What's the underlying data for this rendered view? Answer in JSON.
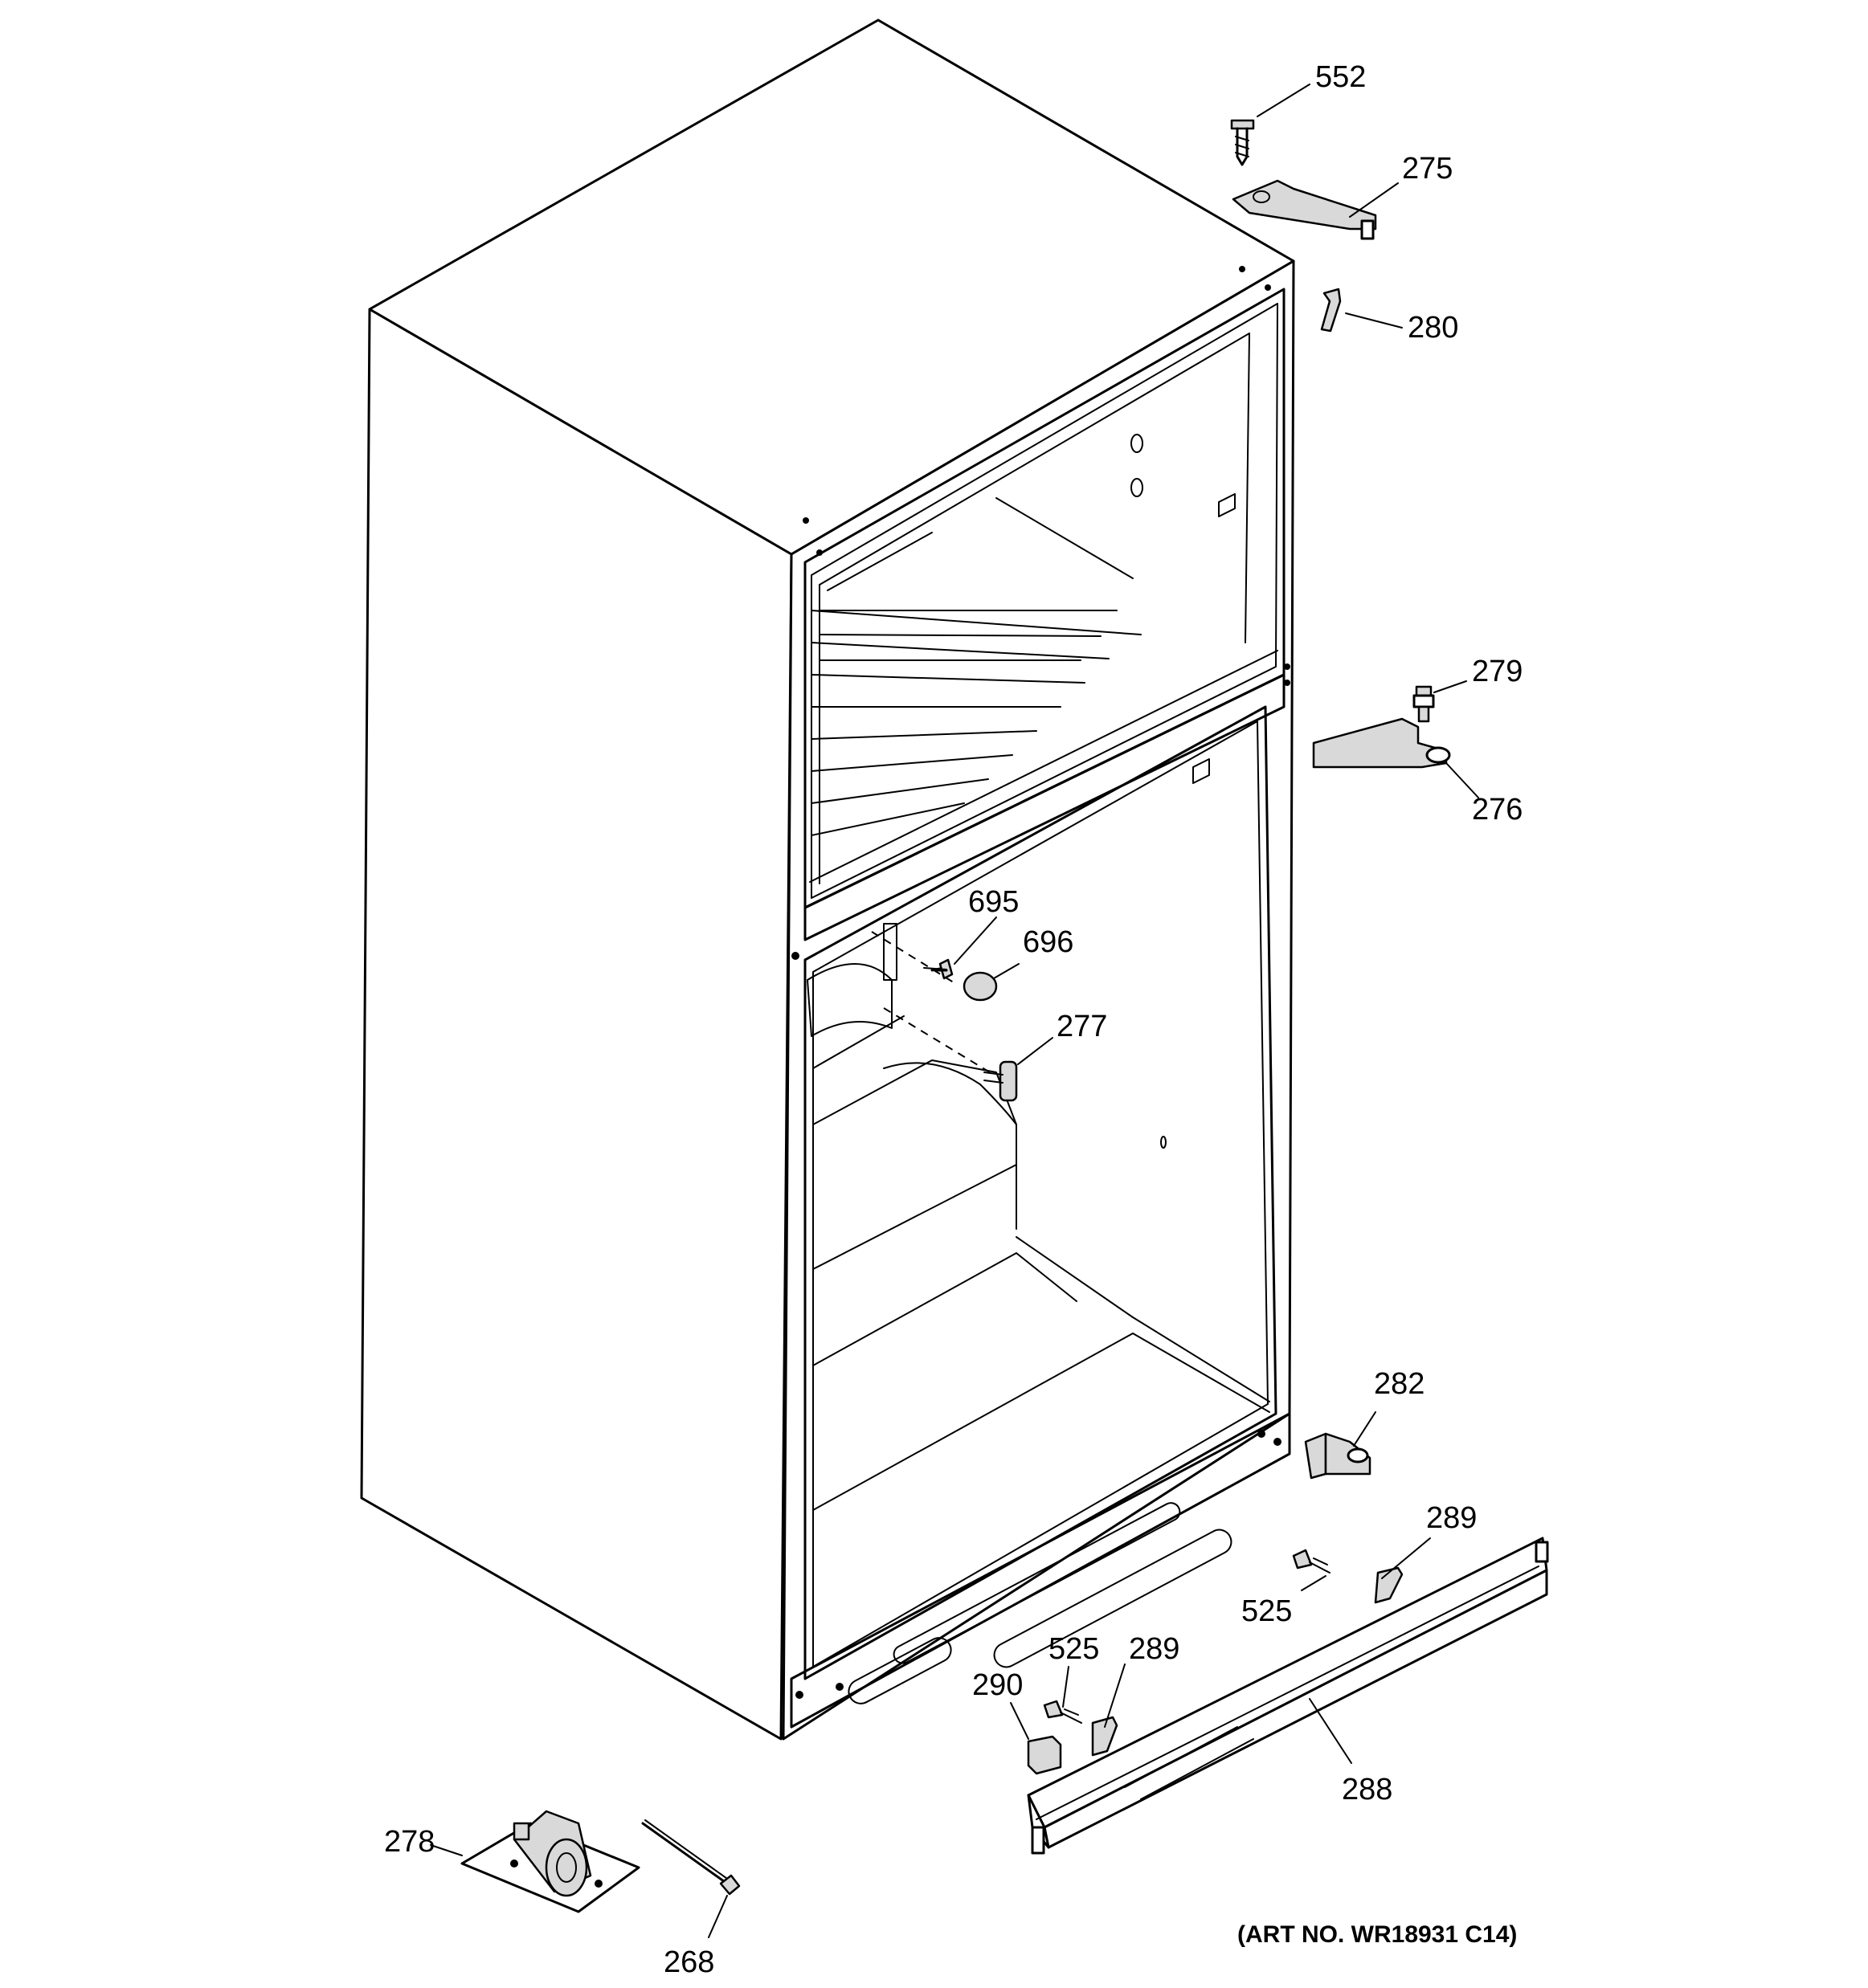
{
  "art_number": "(ART NO. WR18931 C14)",
  "callouts": {
    "c552": "552",
    "c275": "275",
    "c280": "280",
    "c279": "279",
    "c276": "276",
    "c695": "695",
    "c696": "696",
    "c277": "277",
    "c282": "282",
    "c289a": "289",
    "c525a": "525",
    "c525b": "525",
    "c289b": "289",
    "c290": "290",
    "c288": "288",
    "c278": "278",
    "c268": "268"
  }
}
